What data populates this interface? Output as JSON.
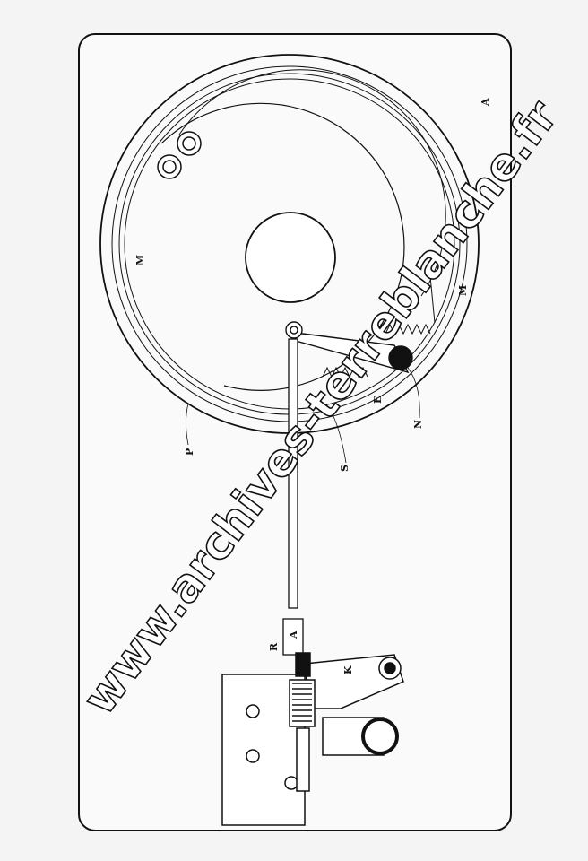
{
  "labels": {
    "m_left": "M",
    "m_right": "M",
    "p": "P",
    "s": "S",
    "n": "N",
    "e": "E",
    "a_top": "A",
    "a": "A",
    "r": "R",
    "k": "K"
  },
  "watermark": "www.archives-terreblanche.fr"
}
